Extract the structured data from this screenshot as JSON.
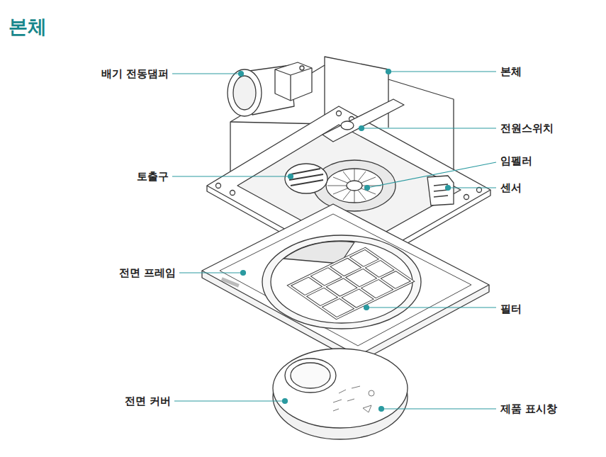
{
  "diagram": {
    "title": "본체",
    "labels": [
      "배기 전동댐퍼",
      "본체",
      "전원스위치",
      "임펠러",
      "토출구",
      "센서",
      "전면 프레임",
      "필터",
      "전면 커버",
      "제품 표시창"
    ]
  }
}
